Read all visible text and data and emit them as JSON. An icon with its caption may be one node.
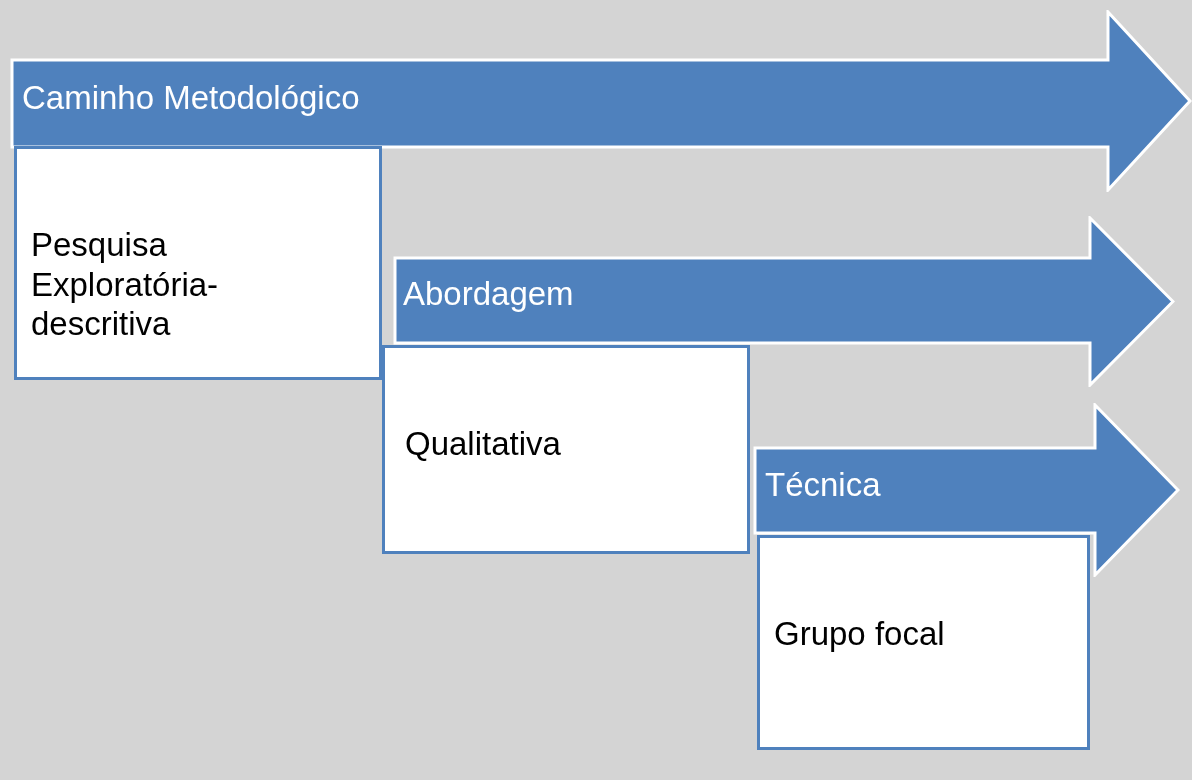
{
  "diagram": {
    "nodes": [
      {
        "text": [
          "Caminho Metodológico"
        ]
      },
      {
        "text": [
          "Pesquisa Exploratória-descritiva"
        ]
      },
      {
        "text": [
          "Abordagem"
        ]
      },
      {
        "text": [
          "Qualitativa"
        ]
      },
      {
        "text": [
          "Técnica"
        ]
      },
      {
        "text": [
          "Grupo focal"
        ]
      }
    ]
  }
}
